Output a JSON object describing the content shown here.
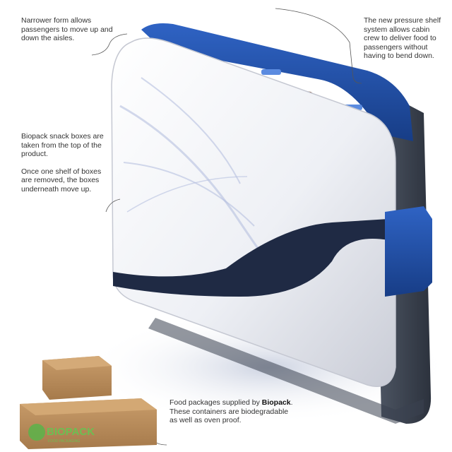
{
  "annotations": {
    "narrow_form": "Narrower form allows passengers to move up and down the aisles.",
    "pressure_shelf": "The new pressure shelf system allows cabin crew to deliver food to passengers without having to bend down.",
    "snack_boxes_1": "Biopack snack boxes are taken from the top of the product.",
    "snack_boxes_2": "Once one shelf of boxes are removed, the boxes underneath move up.",
    "food_packages_pre": "Food packages supplied by ",
    "food_packages_brand": "Biopack",
    "food_packages_post": ". These containers are biodegradable as well as oven proof."
  },
  "logo": {
    "text": "BIOPACK",
    "tagline": "FOOD PACKAGING"
  },
  "colors": {
    "product_blue": "#1f4fa8",
    "product_white": "#f4f5f8",
    "band_dark": "#1f2a44",
    "kraft": "#b98d5c",
    "logo_green": "#5fb04a"
  }
}
